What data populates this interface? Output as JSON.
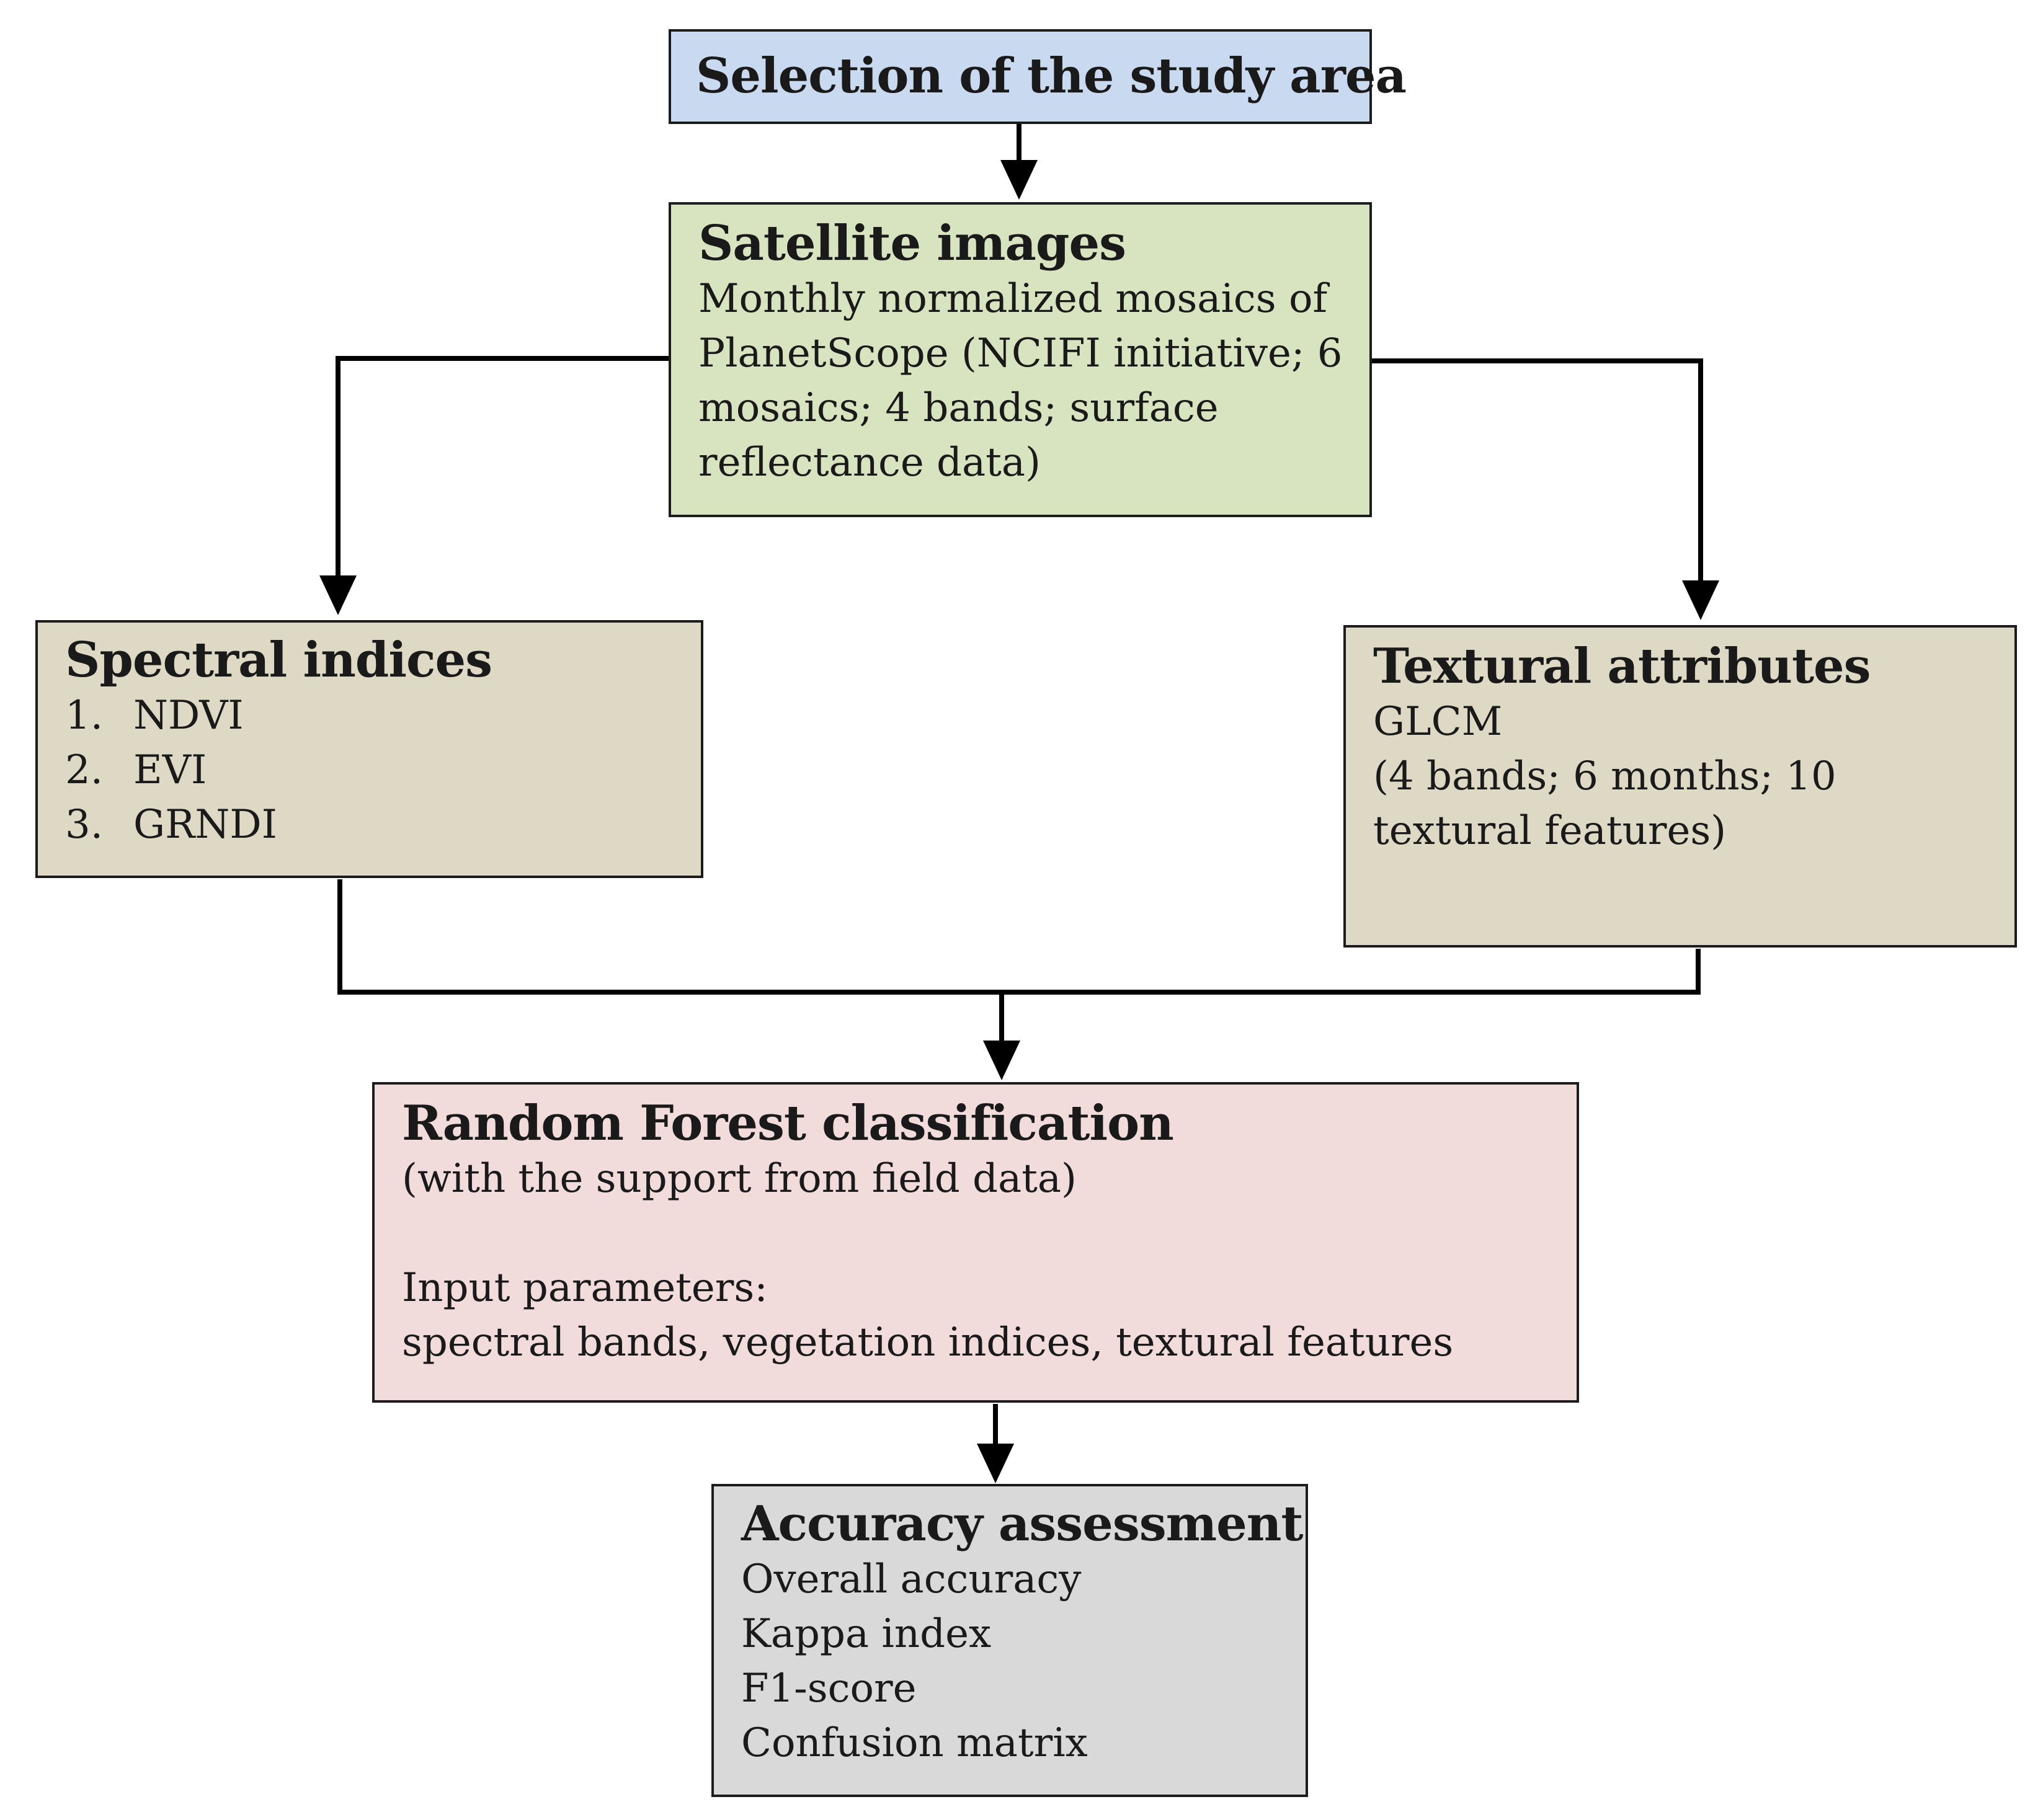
{
  "colors": {
    "study_area": "#c9daf0",
    "satellite": "#d8e4bf",
    "spectral": "#ddd9c4",
    "textural": "#ddd9c4",
    "random_forest": "#f2dcdb",
    "accuracy": "#d9d9d9",
    "line": "#000000"
  },
  "study_area": {
    "title": "Selection of the study area"
  },
  "satellite": {
    "title": "Satellite images",
    "lines": [
      "Monthly  normalized  mosaics  of",
      "PlanetScope (NCIFI initiative;  6",
      "mosaics;  4 bands;  surface",
      "reflectance  data)"
    ]
  },
  "spectral": {
    "title": "Spectral indices",
    "items": [
      {
        "num": "1.",
        "label": "NDVI"
      },
      {
        "num": "2.",
        "label": "EVI"
      },
      {
        "num": "3.",
        "label": "GRNDI"
      }
    ]
  },
  "textural": {
    "title": "Textural attributes",
    "lines": [
      "GLCM",
      "(4 bands;  6 months;  10",
      "textural  features)"
    ]
  },
  "random_forest": {
    "title": "Random Forest classification",
    "line1": "(with  the  support  from  field  data)",
    "line2": "Input  parameters:",
    "line3": "spectral  bands,  vegetation  indices,  textural  features"
  },
  "accuracy": {
    "title": "Accuracy assessment",
    "lines": [
      "Overall  accuracy",
      "Kappa  index",
      "F1-score",
      "Confusion  matrix"
    ]
  }
}
